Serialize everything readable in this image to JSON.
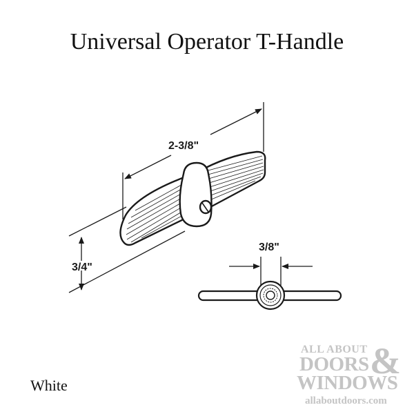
{
  "title": "Universal Operator T-Handle",
  "dimensions": {
    "length": "2-3/8\"",
    "height": "3/4\"",
    "hub_width": "3/8\""
  },
  "color_option": "White",
  "logo": {
    "line1": "ALL ABOUT",
    "line2": "DOORS",
    "ampersand": "&",
    "line3": "WINDOWS",
    "url": "allaboutdoors.com"
  },
  "colors": {
    "line": "#1a1a1a",
    "logo_gray": "#c4c4c4"
  }
}
